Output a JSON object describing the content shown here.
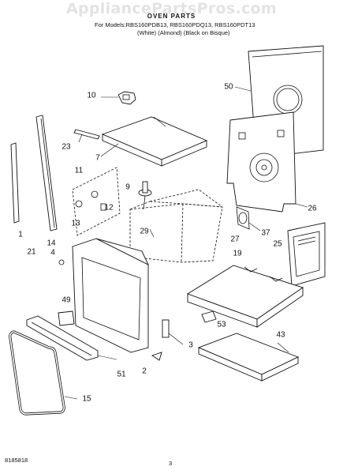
{
  "watermark": "AppliancePartsPros.com",
  "header": {
    "title": "OVEN PARTS",
    "models_line": "For Models:RBS160PDB13, RBS160PDQ13, RBS160PDT13",
    "colors_line": "(White)          (Almond)   (Black on Bisque)"
  },
  "callouts": [
    "10",
    "50",
    "23",
    "7",
    "11",
    "9",
    "12",
    "26",
    "13",
    "29",
    "37",
    "1",
    "14",
    "27",
    "25",
    "4",
    "19",
    "21",
    "49",
    "53",
    "3",
    "43",
    "2",
    "51",
    "15"
  ],
  "footer": {
    "doc_number": "8185818",
    "page_number": "3"
  }
}
